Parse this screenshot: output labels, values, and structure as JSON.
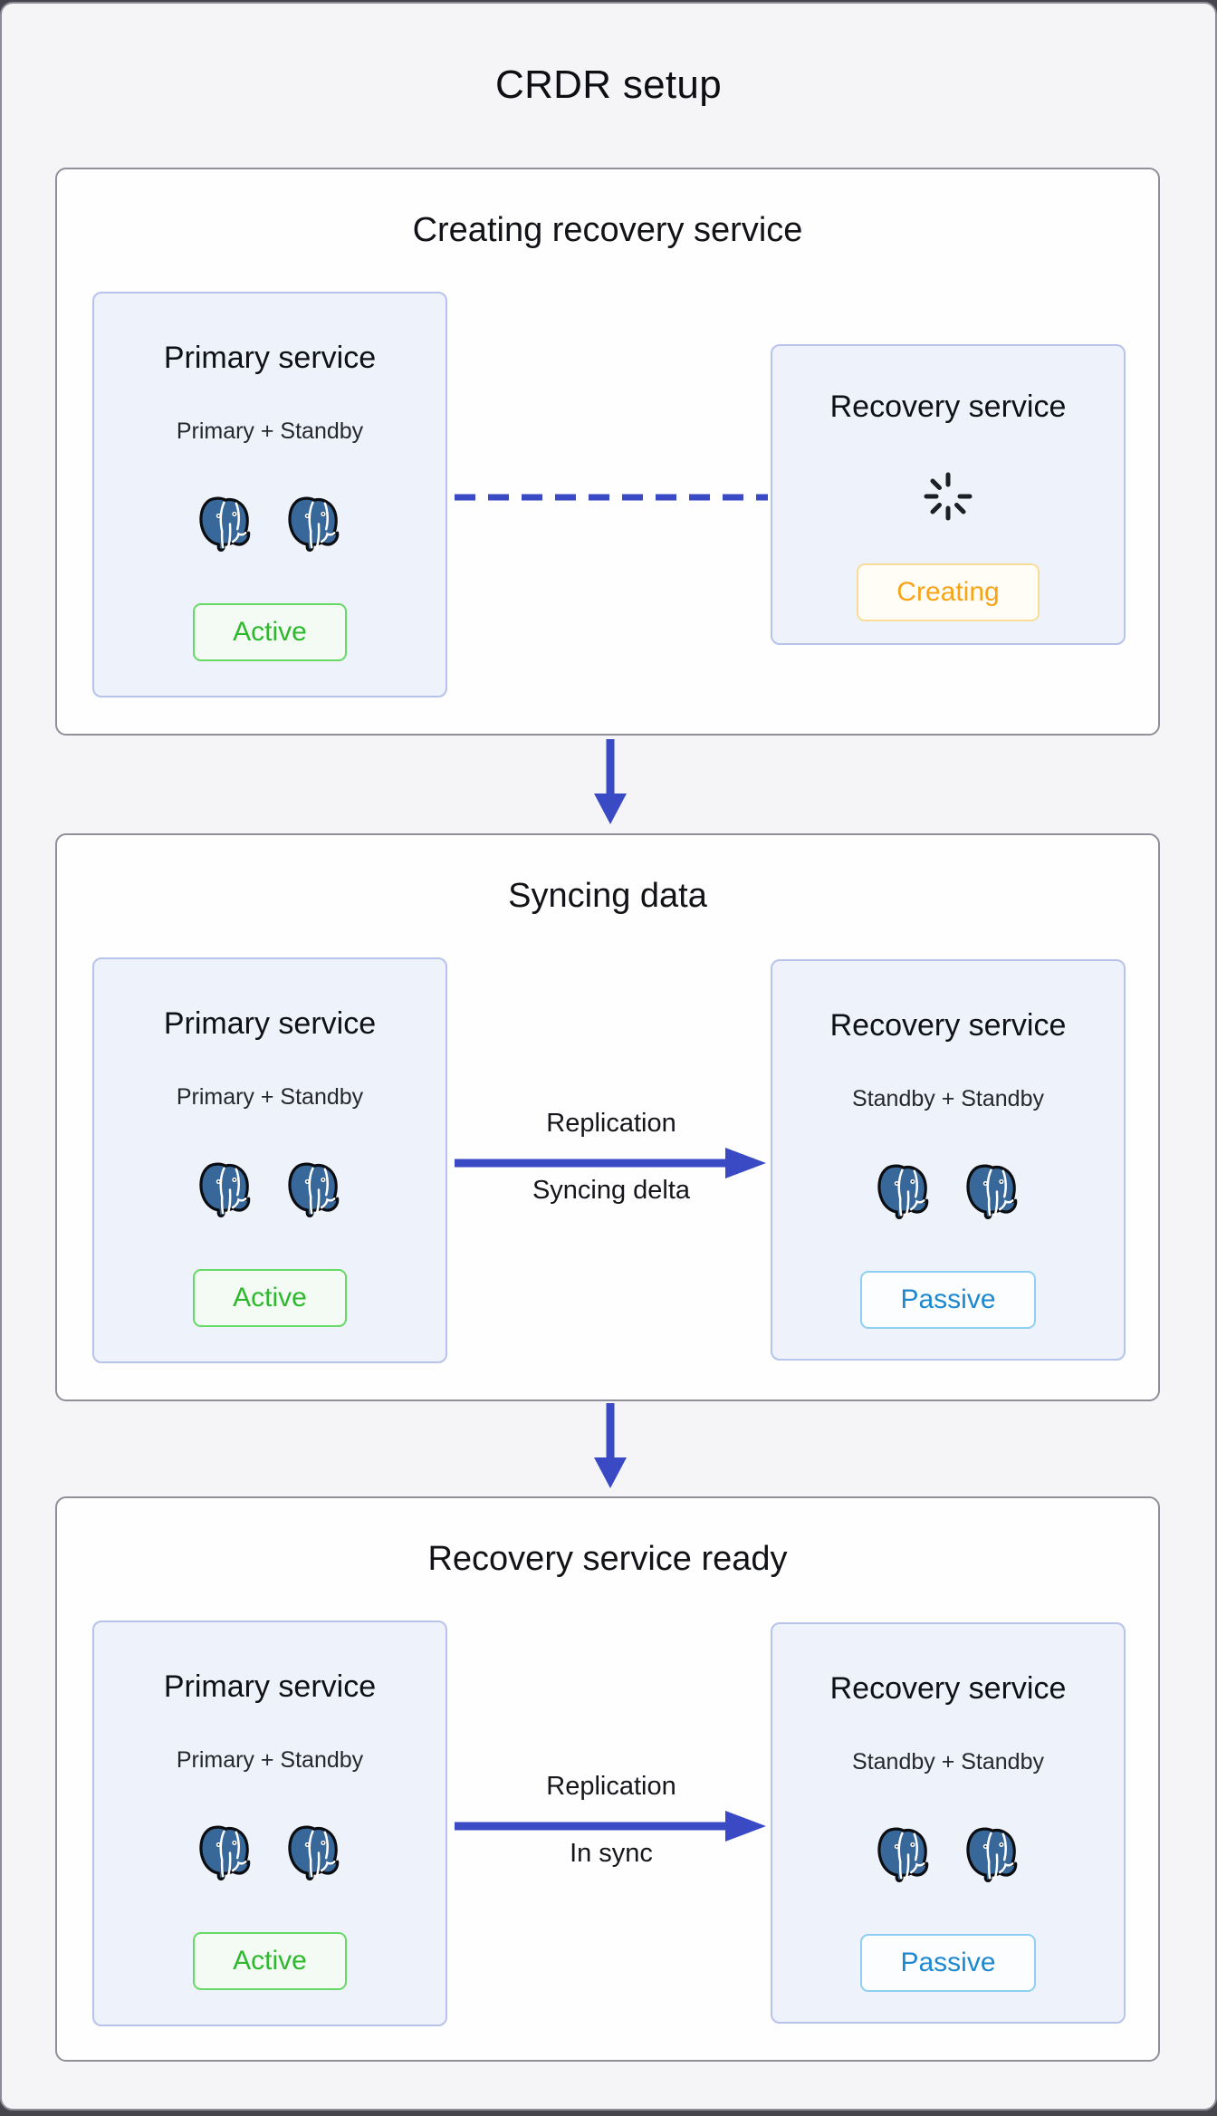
{
  "page": {
    "title": "CRDR setup"
  },
  "colors": {
    "accent_blue": "#3a4ac5",
    "active_green": "#2eb82e",
    "creating_orange": "#f7a418",
    "passive_blue": "#1e88cf",
    "postgres_blue": "#38689a",
    "panel_background": "#f5f5f8",
    "node_background": "#eef2fb"
  },
  "stages": [
    {
      "title": "Creating recovery service",
      "primary": {
        "title": "Primary service",
        "subtitle": "Primary + Standby",
        "badge": "Active",
        "database_icons": 2
      },
      "recovery": {
        "title": "Recovery service",
        "badge": "Creating",
        "spinner": true
      },
      "link": {
        "style": "dashed",
        "label_top": "",
        "label_bottom": ""
      }
    },
    {
      "title": "Syncing data",
      "primary": {
        "title": "Primary service",
        "subtitle": "Primary + Standby",
        "badge": "Active",
        "database_icons": 2
      },
      "recovery": {
        "title": "Recovery service",
        "subtitle": "Standby + Standby",
        "badge": "Passive",
        "database_icons": 2
      },
      "link": {
        "style": "arrow",
        "label_top": "Replication",
        "label_bottom": "Syncing delta"
      }
    },
    {
      "title": "Recovery service ready",
      "primary": {
        "title": "Primary service",
        "subtitle": "Primary + Standby",
        "badge": "Active",
        "database_icons": 2
      },
      "recovery": {
        "title": "Recovery service",
        "subtitle": "Standby + Standby",
        "badge": "Passive",
        "database_icons": 2
      },
      "link": {
        "style": "arrow",
        "label_top": "Replication",
        "label_bottom": "In sync"
      }
    }
  ]
}
